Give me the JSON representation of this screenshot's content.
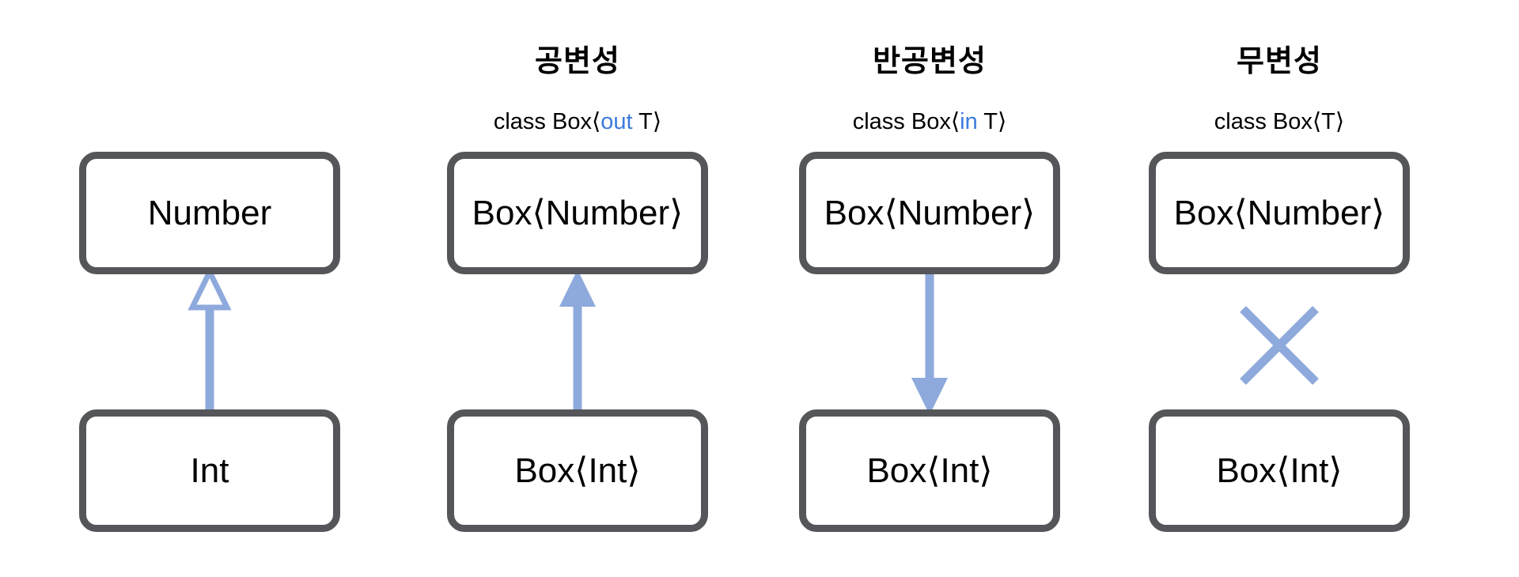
{
  "diagram": {
    "description": "Kotlin generics variance diagram",
    "background": "#FFFFFF",
    "colors": {
      "box_border": "#555659",
      "box_fill": "#FFFFFF",
      "box_text": "#000000",
      "arrow_blue": "#8EA9DC",
      "keyword_blue": "#3C7BDC",
      "header_text": "#000000"
    },
    "columns": [
      {
        "name": "subtype-inheritance",
        "header": "",
        "top_box": "Number",
        "bottom_box": "Int",
        "arrow": "hollow-arrow-up"
      },
      {
        "name": "covariance",
        "header": "공변성",
        "class_decl": {
          "prefix": "class Box⟨",
          "keyword": "out",
          "suffix": " T⟩"
        },
        "top_box": "Box⟨Number⟩",
        "bottom_box": "Box⟨Int⟩",
        "arrow": "solid-arrow-up"
      },
      {
        "name": "contravariance",
        "header": "반공변성",
        "class_decl": {
          "prefix": "class Box⟨",
          "keyword": "in",
          "suffix": " T⟩"
        },
        "top_box": "Box⟨Number⟩",
        "bottom_box": "Box⟨Int⟩",
        "arrow": "solid-arrow-down"
      },
      {
        "name": "invariance",
        "header": "무변성",
        "class_decl": {
          "prefix": "class Box⟨T⟩"
        },
        "top_box": "Box⟨Number⟩",
        "bottom_box": "Box⟨Int⟩",
        "arrow": "cross-x"
      }
    ]
  }
}
